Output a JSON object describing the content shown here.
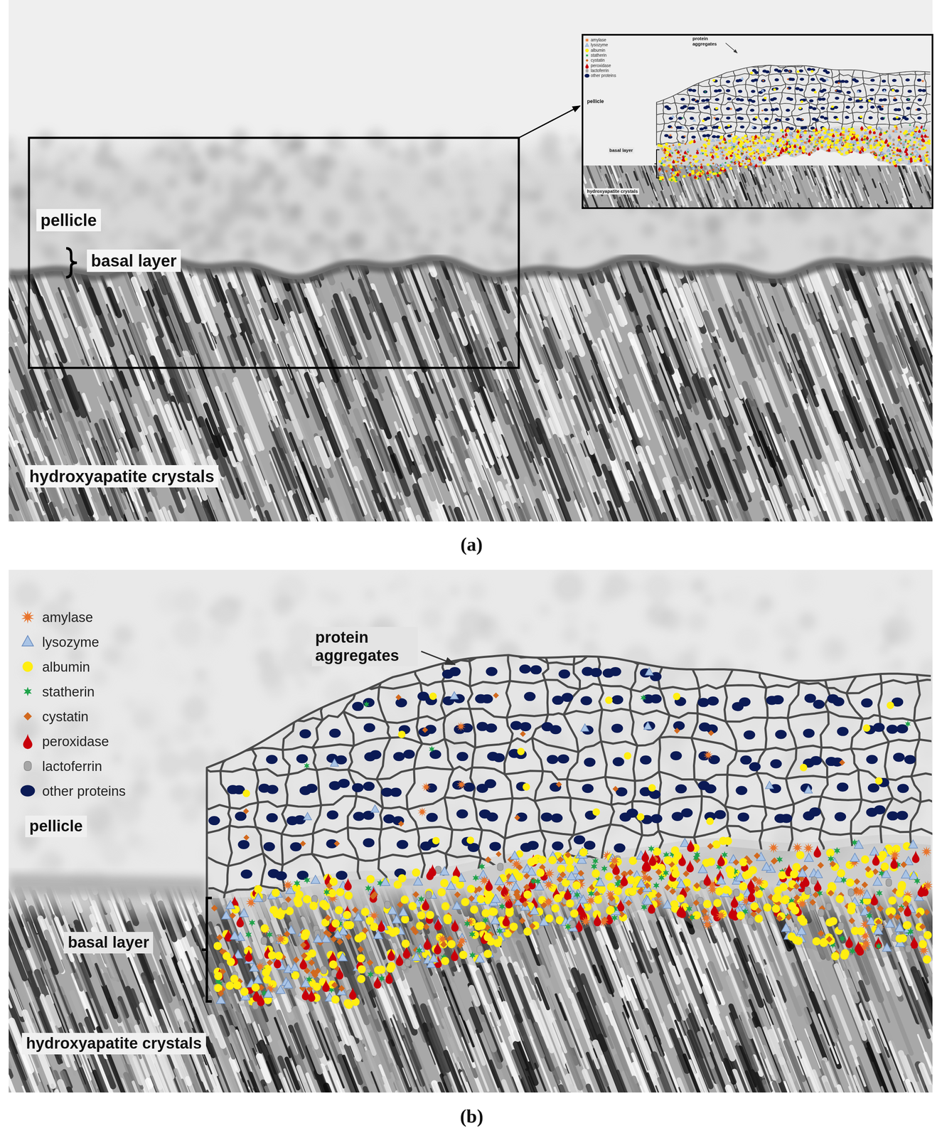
{
  "diagram": {
    "labels": [
      "protein aggregates",
      "pellicle",
      "basal layer",
      "hydroxyapatite crystals",
      "pellicle",
      "basal layer",
      "hydroxyapatite crystals",
      "(a)",
      "protein aggregates",
      "pellicle",
      "basal layer",
      "hydroxyapatite crystals",
      "(b)"
    ],
    "legend": [
      {
        "text": "amylase",
        "color": "#e8742c"
      },
      {
        "text": "lysozyme",
        "color": "#a9c4e6"
      },
      {
        "text": "albumin",
        "color": "#ffee11"
      },
      {
        "text": "statherin",
        "color": "#1fa34a"
      },
      {
        "text": "cystatin",
        "color": "#d2691e"
      },
      {
        "text": "peroxidase",
        "color": "#c8000a"
      },
      {
        "text": "lactoferrin",
        "color": "#a6a6a6"
      },
      {
        "text": "other proteins",
        "color": "#0b1a55"
      },
      {
        "text": "amylase",
        "color": "#e8742c"
      },
      {
        "text": "lysozyme",
        "color": "#a9c4e6"
      },
      {
        "text": "albumin",
        "color": "#ffee11"
      },
      {
        "text": "statherin",
        "color": "#1fa34a"
      },
      {
        "text": "cystatin",
        "color": "#d2691e"
      },
      {
        "text": "peroxidase",
        "color": "#c8000a"
      },
      {
        "text": "lactoferrin",
        "color": "#a6a6a6"
      },
      {
        "text": "other proteins",
        "color": "#0b1a55"
      }
    ]
  }
}
